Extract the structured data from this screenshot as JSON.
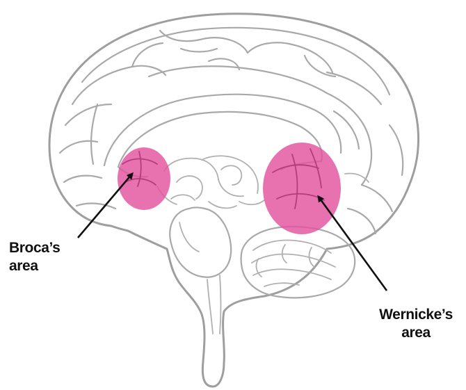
{
  "labels": {
    "broca": {
      "line1": "Broca’s",
      "line2": "area"
    },
    "wernicke": {
      "line1": "Wernicke’s",
      "line2": "area"
    }
  },
  "colors": {
    "highlight": "#e3529f",
    "brain_outline": "#9e9e9e",
    "arrow": "#111111",
    "background": "#ffffff"
  }
}
